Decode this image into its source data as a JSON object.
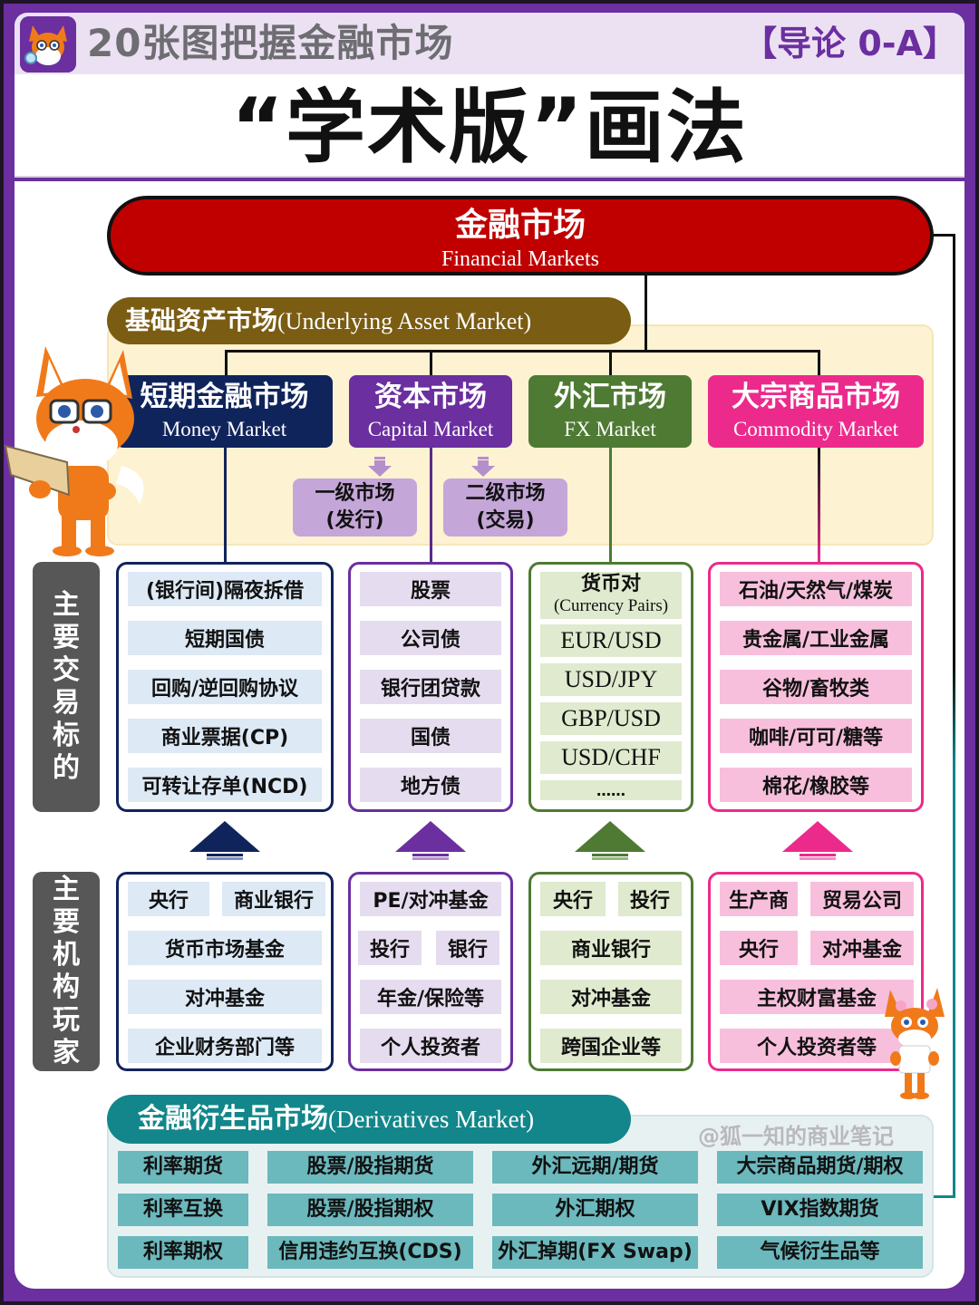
{
  "header": {
    "series_title": "20张图把握金融市场",
    "tag": "【导论 0-A】",
    "main_title": "“学术版”画法"
  },
  "root": {
    "cn": "金融市场",
    "en": "Financial Markets"
  },
  "underlying": {
    "cn": "基础资产市场",
    "en": "(Underlying Asset Market)"
  },
  "markets": [
    {
      "cn": "短期金融市场",
      "en": "Money Market",
      "color": "#10245c",
      "cell_bg": "#dde9f5"
    },
    {
      "cn": "资本市场",
      "en": "Capital Market",
      "color": "#6b2fa0",
      "cell_bg": "#e6dcef"
    },
    {
      "cn": "外汇市场",
      "en": "FX Market",
      "color": "#4e7a33",
      "cell_bg": "#dfeacf"
    },
    {
      "cn": "大宗商品市场",
      "en": "Commodity Market",
      "color": "#ec2a8c",
      "cell_bg": "#f8bfdc"
    }
  ],
  "capital_sub": [
    {
      "line1": "一级市场",
      "line2": "(发行)"
    },
    {
      "line1": "二级市场",
      "line2": "(交易)"
    }
  ],
  "side_labels": {
    "instruments": "主要交易标的",
    "players": "主要机构玩家"
  },
  "instruments": {
    "money": [
      "(银行间)隔夜拆借",
      "短期国债",
      "回购/逆回购协议",
      "商业票据(CP)",
      "可转让存单(NCD)"
    ],
    "capital": [
      "股票",
      "公司债",
      "银行团贷款",
      "国债",
      "地方债"
    ],
    "fx_header": {
      "cn": "货币对",
      "en": "(Currency Pairs)"
    },
    "fx": [
      "EUR/USD",
      "USD/JPY",
      "GBP/USD",
      "USD/CHF",
      "……"
    ],
    "commodity": [
      "石油/天然气/煤炭",
      "贵金属/工业金属",
      "谷物/畜牧类",
      "咖啡/可可/糖等",
      "棉花/橡胶等"
    ]
  },
  "players": {
    "money": {
      "row1": [
        "央行",
        "商业银行"
      ],
      "rows": [
        "货币市场基金",
        "对冲基金",
        "企业财务部门等"
      ]
    },
    "capital": {
      "row1_full": "PE/对冲基金",
      "row2": [
        "投行",
        "银行"
      ],
      "rows": [
        "年金/保险等",
        "个人投资者"
      ]
    },
    "fx": {
      "row1": [
        "央行",
        "投行"
      ],
      "rows": [
        "商业银行",
        "对冲基金",
        "跨国企业等"
      ]
    },
    "commodity": {
      "row1": [
        "生产商",
        "贸易公司"
      ],
      "row2": [
        "央行",
        "对冲基金"
      ],
      "rows": [
        "主权财富基金",
        "个人投资者等"
      ]
    }
  },
  "derivatives": {
    "cn": "金融衍生品市场",
    "en": "(Derivatives Market)",
    "watermark": "@狐一知的商业笔记",
    "color": "#12868a",
    "cell_bg": "#6bb8bd",
    "columns": [
      [
        "利率期货",
        "利率互换",
        "利率期权"
      ],
      [
        "股票/股指期货",
        "股票/股指期权",
        "信用违约互换(CDS)"
      ],
      [
        "外汇远期/期货",
        "外汇期权",
        "外汇掉期(FX Swap)"
      ],
      [
        "大宗商品期货/期权",
        "VIX指数期货",
        "气候衍生品等"
      ]
    ]
  },
  "icons": {
    "logo": "fox-mascot-icon",
    "mascot_left": "fox-reading-book-icon",
    "mascot_right": "fox-girl-icon",
    "arrows": "up-arrow-icon"
  }
}
